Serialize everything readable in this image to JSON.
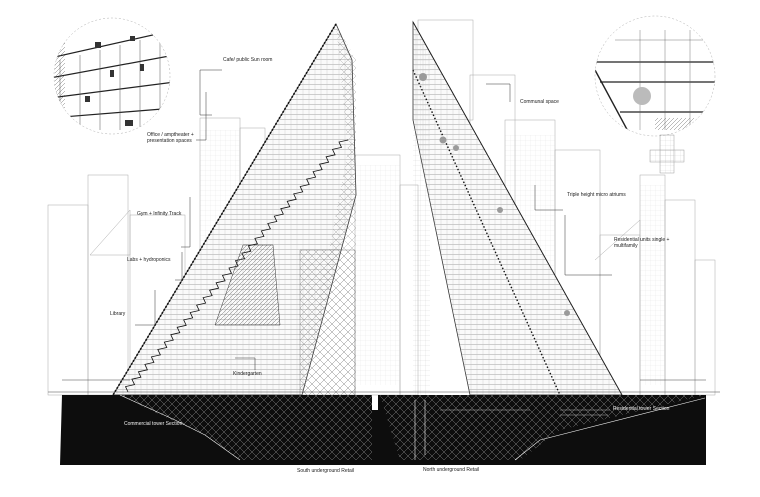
{
  "labels": {
    "cafe": "Cafe/ public Sun room",
    "office": "Office / amptheater + presentation spaces",
    "gym": "Gym + Infinity Track",
    "labs": "Labs + hydroponics",
    "library": "Library",
    "kindergarten": "Kindergarten",
    "communal": "Communal space",
    "atriums": "Triple height micro atriums",
    "residential_units": "Residential units single + multifamily",
    "commercial_section": "Commercial tower Section",
    "residential_section": "Residential tower Section",
    "south_retail": "South underground Retail",
    "north_retail": "North underground Retail"
  },
  "colors": {
    "ground": "#0d0d0d",
    "line": "#3a3a3a",
    "context": "#8f8f8f",
    "paper": "#ffffff"
  }
}
